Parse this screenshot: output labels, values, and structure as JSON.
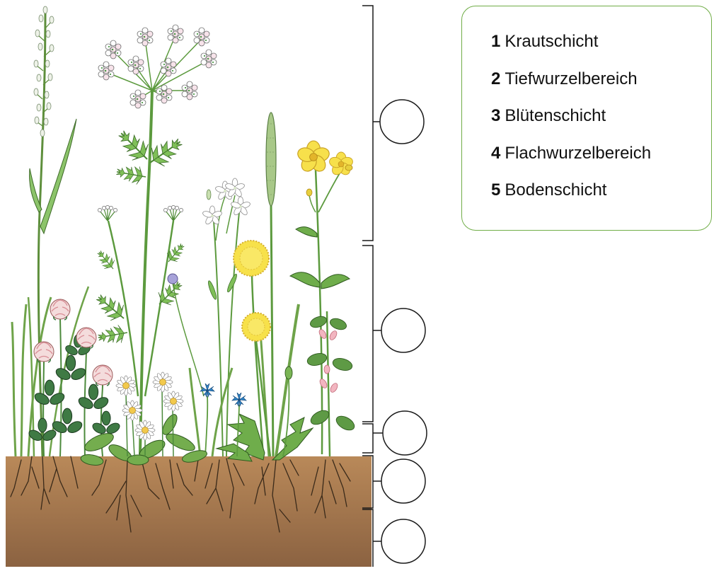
{
  "legend": {
    "items": [
      {
        "number": "1",
        "label": "Krautschicht"
      },
      {
        "number": "2",
        "label": "Tiefwurzelbereich"
      },
      {
        "number": "3",
        "label": "Blütenschicht"
      },
      {
        "number": "4",
        "label": "Flachwurzelbereich"
      },
      {
        "number": "5",
        "label": "Bodenschicht"
      }
    ]
  },
  "colors": {
    "legend_border": "#70ad47",
    "soil_top": "#b98959",
    "soil_bottom": "#8b6241"
  }
}
